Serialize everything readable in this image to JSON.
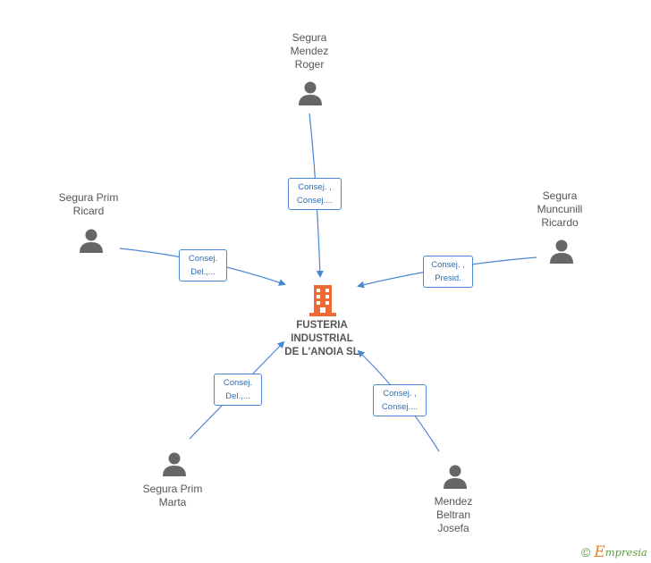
{
  "colors": {
    "edge": "#4a86d4",
    "person": "#666666",
    "company": "#f06a35",
    "label": "#555555"
  },
  "company": {
    "name": "FUSTERIA\nINDUSTRIAL\nDE L'ANOIA SL",
    "icon": "building-icon"
  },
  "people": [
    {
      "id": "segura-mendez-roger",
      "name": "Segura\nMendez\nRoger",
      "role": "Consej. ,\nConsej...."
    },
    {
      "id": "segura-prim-ricard",
      "name": "Segura Prim\nRicard",
      "role": "Consej.\nDel.,..."
    },
    {
      "id": "segura-muncunill-ricardo",
      "name": "Segura\nMuncunill\nRicardo",
      "role": "Consej. ,\nPresid."
    },
    {
      "id": "segura-prim-marta",
      "name": "Segura Prim\nMarta",
      "role": "Consej.\nDel.,..."
    },
    {
      "id": "mendez-beltran-josefa",
      "name": "Mendez\nBeltran\nJosefa",
      "role": "Consej. ,\nConsej...."
    }
  ],
  "footer": {
    "copyright": "©",
    "brand_initial": "E",
    "brand_rest": "mpresia"
  }
}
